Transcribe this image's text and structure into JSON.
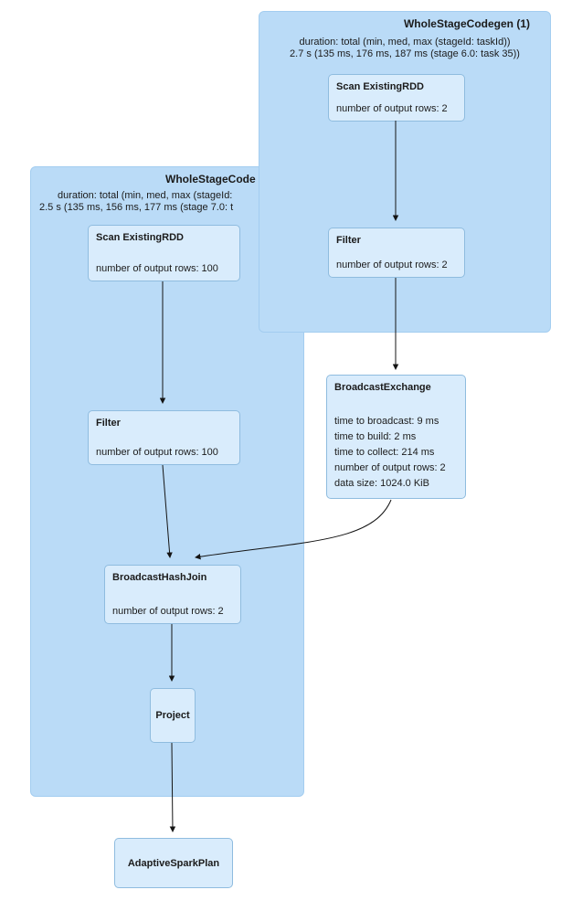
{
  "colors": {
    "cluster_bg": "#badbf7",
    "cluster_border": "#a3cdf0",
    "node_bg": "#d9ecfc",
    "node_border": "#8fbcdf",
    "arrow": "#141414"
  },
  "cluster1": {
    "title": "WholeStageCodegen (1)",
    "duration_line1": "duration: total (min, med, max (stageId: taskId))",
    "duration_line2": "2.7 s (135 ms, 176 ms, 187 ms (stage 6.0: task 35))"
  },
  "cluster2": {
    "title": "WholeStageCode",
    "duration_line1": "duration: total (min, med, max (stageId:",
    "duration_line2": "2.5 s (135 ms, 156 ms, 177 ms (stage 7.0: t"
  },
  "nodes": {
    "scan1": {
      "title": "Scan ExistingRDD",
      "metric": "number of output rows: 2"
    },
    "filter1": {
      "title": "Filter",
      "metric": "number of output rows: 2"
    },
    "scan2": {
      "title": "Scan ExistingRDD",
      "metric": "number of output rows: 100"
    },
    "filter2": {
      "title": "Filter",
      "metric": "number of output rows: 100"
    },
    "broadcast_exchange": {
      "title": "BroadcastExchange",
      "metrics": [
        "time to broadcast: 9 ms",
        "time to build: 2 ms",
        "time to collect: 214 ms",
        "number of output rows: 2",
        "data size: 1024.0 KiB"
      ]
    },
    "broadcast_hash_join": {
      "title": "BroadcastHashJoin",
      "metric": "number of output rows: 2"
    },
    "project": {
      "title": "Project"
    },
    "adaptive_spark_plan": {
      "title": "AdaptiveSparkPlan"
    }
  }
}
